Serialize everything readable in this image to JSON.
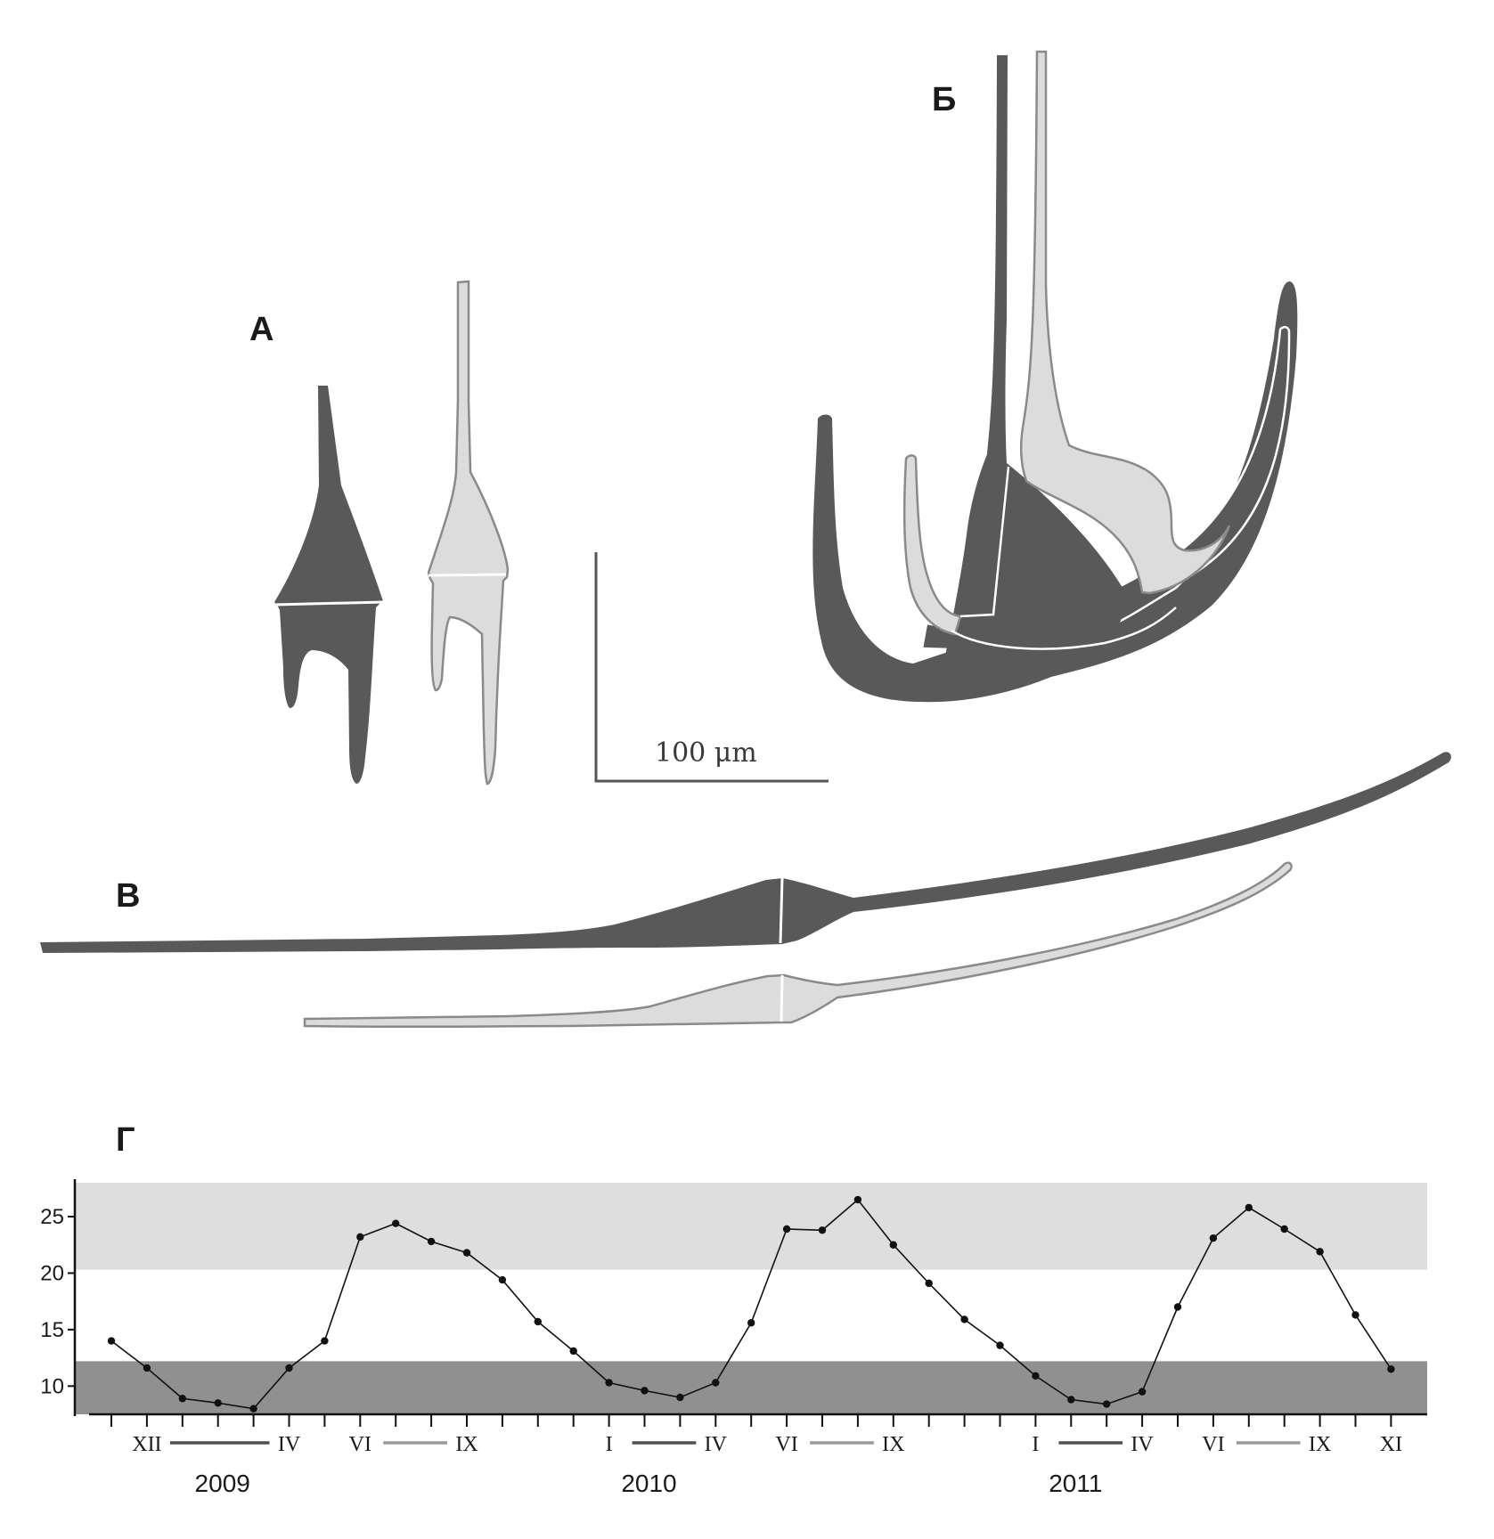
{
  "panels": {
    "a": "А",
    "b": "Б",
    "v": "В",
    "g": "Г"
  },
  "scale_bar": {
    "label": "100 μm"
  },
  "colors": {
    "dark_form": "#595959",
    "light_form": "#dcdcdc",
    "light_outline": "#8a8a8a",
    "warm_band": "#dedede",
    "cold_band": "#909090",
    "series_line": "#111111"
  },
  "chart_data": {
    "type": "line",
    "y_ticks": [
      10,
      15,
      20,
      25
    ],
    "ylim": [
      7.5,
      28
    ],
    "bands": [
      {
        "from": 20.3,
        "to": 28,
        "shade": "light"
      },
      {
        "from": 7.5,
        "to": 12.2,
        "shade": "dark"
      }
    ],
    "values": [
      14.0,
      11.6,
      8.9,
      8.5,
      8.0,
      11.6,
      14.0,
      23.2,
      24.4,
      22.8,
      21.8,
      19.4,
      15.7,
      13.1,
      10.3,
      9.6,
      9.0,
      10.3,
      15.6,
      23.9,
      23.8,
      26.5,
      22.5,
      19.1,
      15.9,
      13.6,
      10.9,
      8.8,
      8.4,
      9.5,
      17.0,
      23.1,
      25.8,
      23.9,
      21.9,
      16.3,
      11.5
    ],
    "month_marks": [
      {
        "index": 1,
        "label": "XII"
      },
      {
        "index": 5,
        "label": "IV"
      },
      {
        "index": 7,
        "label": "VI"
      },
      {
        "index": 10,
        "label": "IX"
      },
      {
        "index": 14,
        "label": "I"
      },
      {
        "index": 17,
        "label": "IV"
      },
      {
        "index": 19,
        "label": "VI"
      },
      {
        "index": 22,
        "label": "IX"
      },
      {
        "index": 26,
        "label": "I"
      },
      {
        "index": 29,
        "label": "IV"
      },
      {
        "index": 31,
        "label": "VI"
      },
      {
        "index": 34,
        "label": "IX"
      },
      {
        "index": 36,
        "label": "XI"
      }
    ],
    "periods": [
      {
        "from": 1,
        "to": 5,
        "shade": "dark"
      },
      {
        "from": 7,
        "to": 10,
        "shade": "light"
      },
      {
        "from": 14,
        "to": 17,
        "shade": "dark"
      },
      {
        "from": 19,
        "to": 22,
        "shade": "light"
      },
      {
        "from": 26,
        "to": 29,
        "shade": "dark"
      },
      {
        "from": 31,
        "to": 34,
        "shade": "light"
      }
    ],
    "years": [
      {
        "index": 3,
        "label": "2009"
      },
      {
        "index": 15,
        "label": "2010"
      },
      {
        "index": 27,
        "label": "2011"
      }
    ]
  }
}
